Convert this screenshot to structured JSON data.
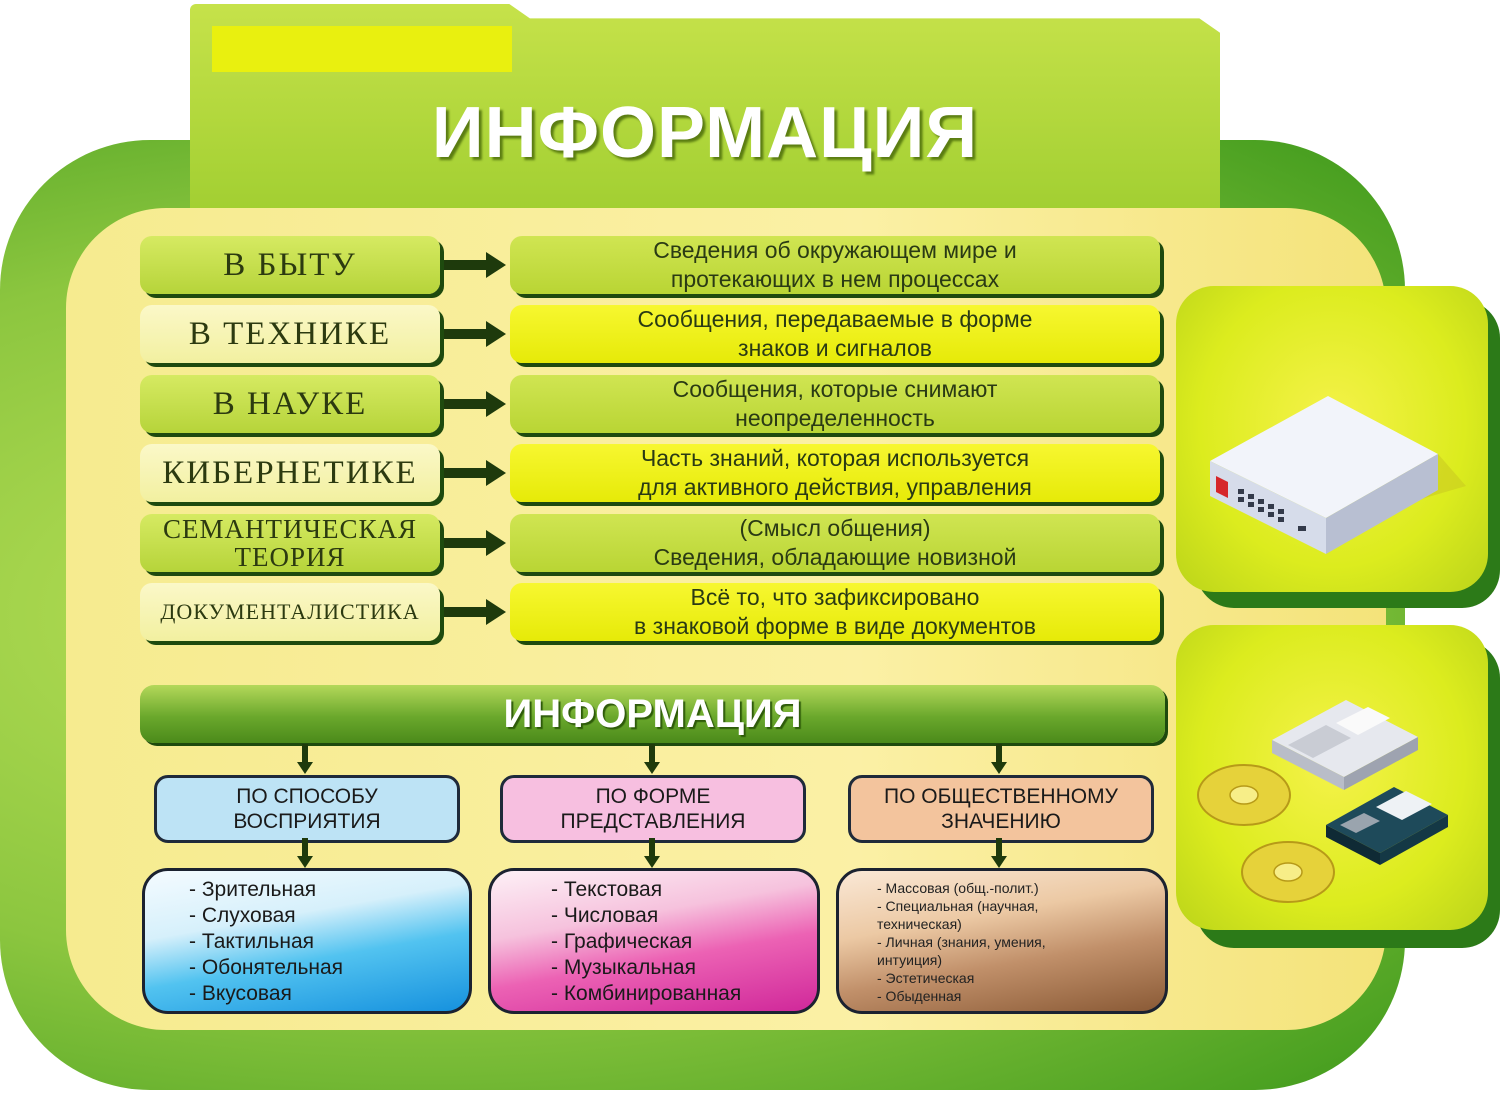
{
  "title": "ИНФОРМАЦИЯ",
  "definitions": [
    {
      "label": "В БЫТУ",
      "desc": [
        "Сведения об окружающем мире и",
        "протекающих в нем процессах"
      ]
    },
    {
      "label": "В ТЕХНИКЕ",
      "desc": [
        "Сообщения, передаваемые в форме",
        "знаков и сигналов"
      ]
    },
    {
      "label": "В НАУКЕ",
      "desc": [
        "Сообщения, которые снимают",
        "неопределенность"
      ]
    },
    {
      "label": "КИБЕРНЕТИКЕ",
      "desc": [
        "Часть знаний, которая используется",
        "для активного действия, управления"
      ]
    },
    {
      "label": [
        "СЕМАНТИЧЕСКАЯ",
        "ТЕОРИЯ"
      ],
      "desc": [
        "(Смысл общения)",
        "Сведения, обладающие новизной"
      ]
    },
    {
      "label": "ДОКУМЕНТАЛИСТИКА",
      "desc": [
        "Всё то, что зафиксировано",
        "в знаковой форме в виде документов"
      ]
    }
  ],
  "classification": {
    "title": "ИНФОРМАЦИЯ",
    "categories": [
      {
        "title": [
          "ПО СПОСОБУ",
          "ВОСПРИЯТИЯ"
        ],
        "items": [
          "- Зрительная",
          "- Слуховая",
          "- Тактильная",
          "- Обонятельная",
          "- Вкусовая"
        ]
      },
      {
        "title": [
          "ПО ФОРМЕ",
          "ПРЕДСТАВЛЕНИЯ"
        ],
        "items": [
          "- Текстовая",
          "- Числовая",
          "- Графическая",
          "- Музыкальная",
          "- Комбинированная"
        ]
      },
      {
        "title": [
          "ПО ОБЩЕСТВЕННОМУ",
          "ЗНАЧЕНИЮ"
        ],
        "items": [
          "- Массовая (общ.-полит.)",
          "- Специальная (научная,",
          "техническая)",
          "- Личная (знания, умения,",
          "интуиция)",
          "- Эстетическая",
          "- Обыденная"
        ]
      }
    ]
  },
  "colors": {
    "frame": "#8cc63f",
    "panel": "#fbf0a5",
    "accent_yellow": "#e6ea08",
    "dark_green": "#1e4a0e"
  },
  "icons": [
    "network-router-icon",
    "floppy-disks-and-cds-icon"
  ]
}
